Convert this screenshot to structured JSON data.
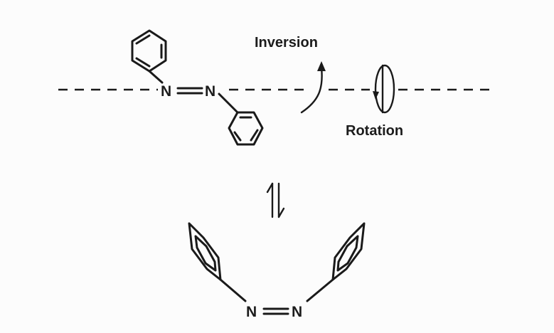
{
  "labels": {
    "inversion": "Inversion",
    "rotation": "Rotation"
  },
  "trans_isomer": {
    "atom_left": "N",
    "atom_right": "N"
  },
  "cis_isomer": {
    "atom_left": "N",
    "atom_right": "N"
  },
  "colors": {
    "ink": "#1a1a1a",
    "background": "#fcfcfc"
  }
}
